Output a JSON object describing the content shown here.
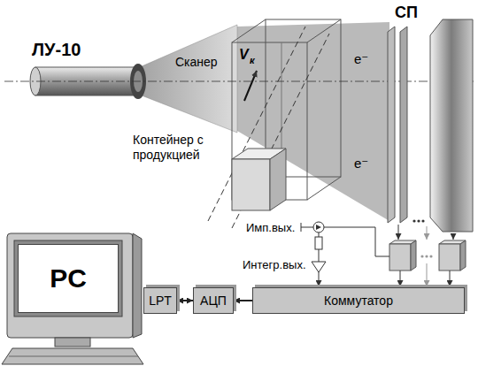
{
  "diagram": {
    "nodes": [
      {
        "text": [
          "PC"
        ]
      },
      {
        "text": [
          "LPT"
        ]
      },
      {
        "text": [
          "АЦП"
        ]
      },
      {
        "text": [
          "Коммутатор"
        ]
      }
    ],
    "edges": [
      {
        "from": 1,
        "to": 2,
        "arrow": "both"
      },
      {
        "from": 3,
        "to": 2,
        "arrow": "to"
      }
    ],
    "labels": [
      "ЛУ-10",
      "Сканер",
      "Контейнер с продукцией",
      "V",
      "к",
      "СП",
      "e⁻",
      "e⁻",
      "Имп.вых.",
      "Интегр.вых."
    ]
  }
}
